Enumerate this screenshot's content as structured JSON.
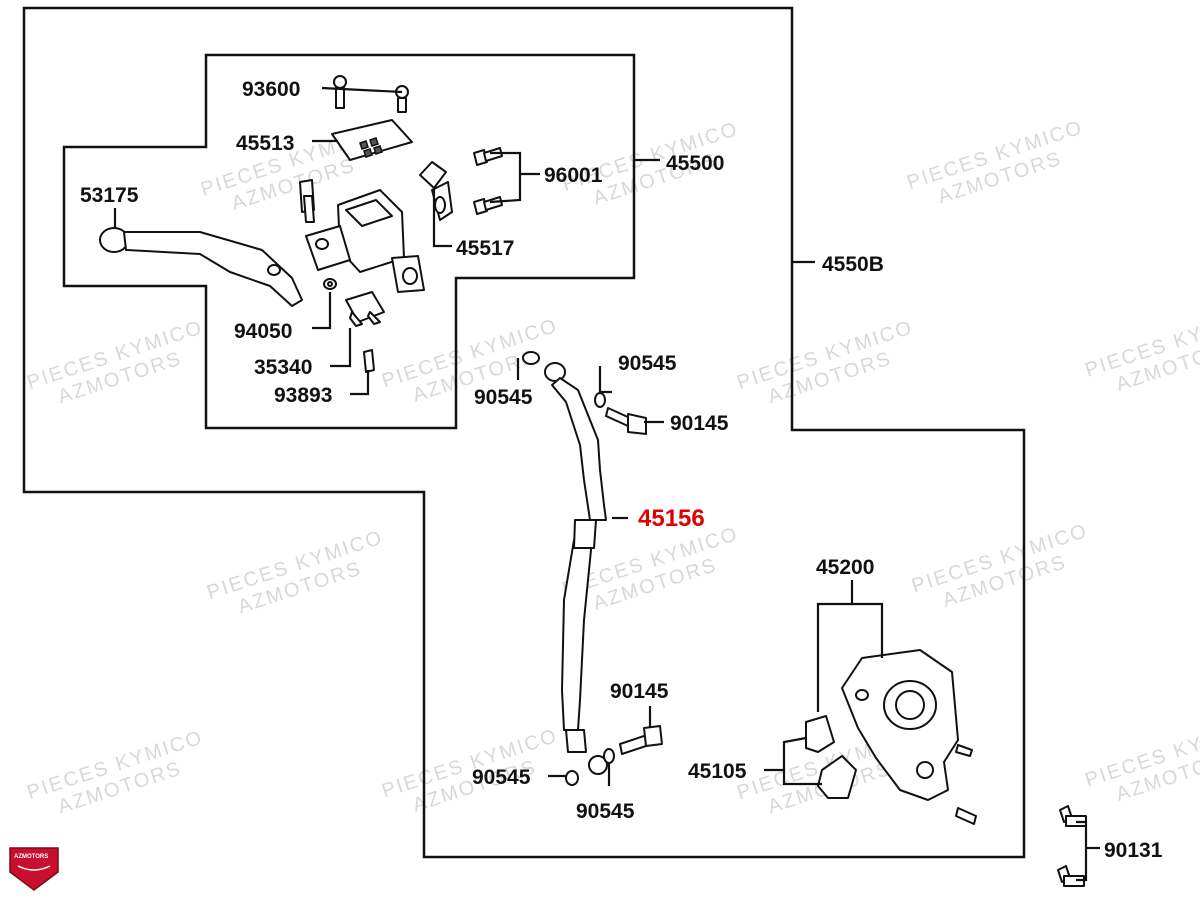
{
  "watermark": {
    "line1": "PIECES KYMICO",
    "line2": "AZMOTORS"
  },
  "brand_logo": {
    "text": "AZMOTORS",
    "color": "#c8102e"
  },
  "colors": {
    "highlight": "#e00000",
    "line": "#111111"
  },
  "labels": {
    "p93600": "93600",
    "p45513": "45513",
    "p96001": "96001",
    "p45500": "45500",
    "p53175": "53175",
    "p45517": "45517",
    "p4550B": "4550B",
    "p94050": "94050",
    "p35340": "35340",
    "p93893": "93893",
    "p90545_a": "90545",
    "p90545_b": "90545",
    "p90145_a": "90145",
    "p45156": "45156",
    "p45200": "45200",
    "p90145_b": "90145",
    "p45105": "45105",
    "p90545_c": "90545",
    "p90545_d": "90545",
    "p90131": "90131"
  }
}
